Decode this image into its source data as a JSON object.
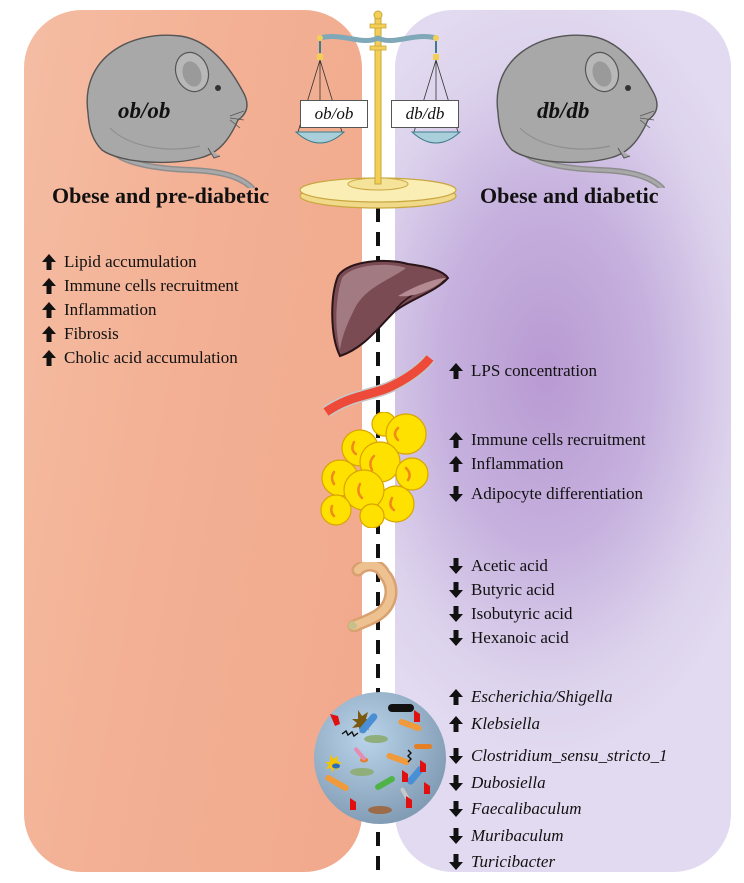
{
  "left": {
    "heading": "Obese and pre-diabetic",
    "mouse_label": "ob/ob",
    "effects": [
      {
        "direction": "up",
        "text": "Lipid accumulation"
      },
      {
        "direction": "up",
        "text": "Immune cells recruitment"
      },
      {
        "direction": "up",
        "text": "Inflammation"
      },
      {
        "direction": "up",
        "text": "Fibrosis"
      },
      {
        "direction": "up",
        "text": "Cholic acid accumulation"
      }
    ]
  },
  "right": {
    "heading": "Obese and diabetic",
    "mouse_label": "db/db",
    "groups": {
      "intestine_barrier": [
        {
          "direction": "up",
          "text": "LPS concentration"
        }
      ],
      "adipose": [
        {
          "direction": "up",
          "text": "Immune cells recruitment"
        },
        {
          "direction": "up",
          "text": "Inflammation"
        },
        {
          "direction": "down",
          "text": "Adipocyte differentiation"
        }
      ],
      "scfa": [
        {
          "direction": "down",
          "text": "Acetic acid"
        },
        {
          "direction": "down",
          "text": "Butyric acid"
        },
        {
          "direction": "down",
          "text": "Isobutyric acid"
        },
        {
          "direction": "down",
          "text": "Hexanoic acid"
        }
      ],
      "microbiota": [
        {
          "direction": "up",
          "text": "Escherichia/Shigella"
        },
        {
          "direction": "up",
          "text": "Klebsiella"
        },
        {
          "direction": "down",
          "text": "Clostridium_sensu_stricto_1"
        },
        {
          "direction": "down",
          "text": "Dubosiella"
        },
        {
          "direction": "down",
          "text": "Faecalibaculum"
        },
        {
          "direction": "down",
          "text": "Muribaculum"
        },
        {
          "direction": "down",
          "text": "Turicibacter"
        }
      ]
    }
  },
  "scale": {
    "left_pan_label": "ob/ob",
    "right_pan_label": "db/db"
  },
  "icons": {
    "balance": "balance-scale-icon",
    "liver": "liver-icon",
    "vessel": "blood-vessel-icon",
    "adipose": "adipose-tissue-icon",
    "intestine": "intestine-icon",
    "microbiota": "gut-microbiota-icon",
    "mouse": "mouse-icon"
  },
  "colors": {
    "left_panel": "#f3b094",
    "right_panel": "#c6b1de",
    "arrow": "#111111"
  }
}
